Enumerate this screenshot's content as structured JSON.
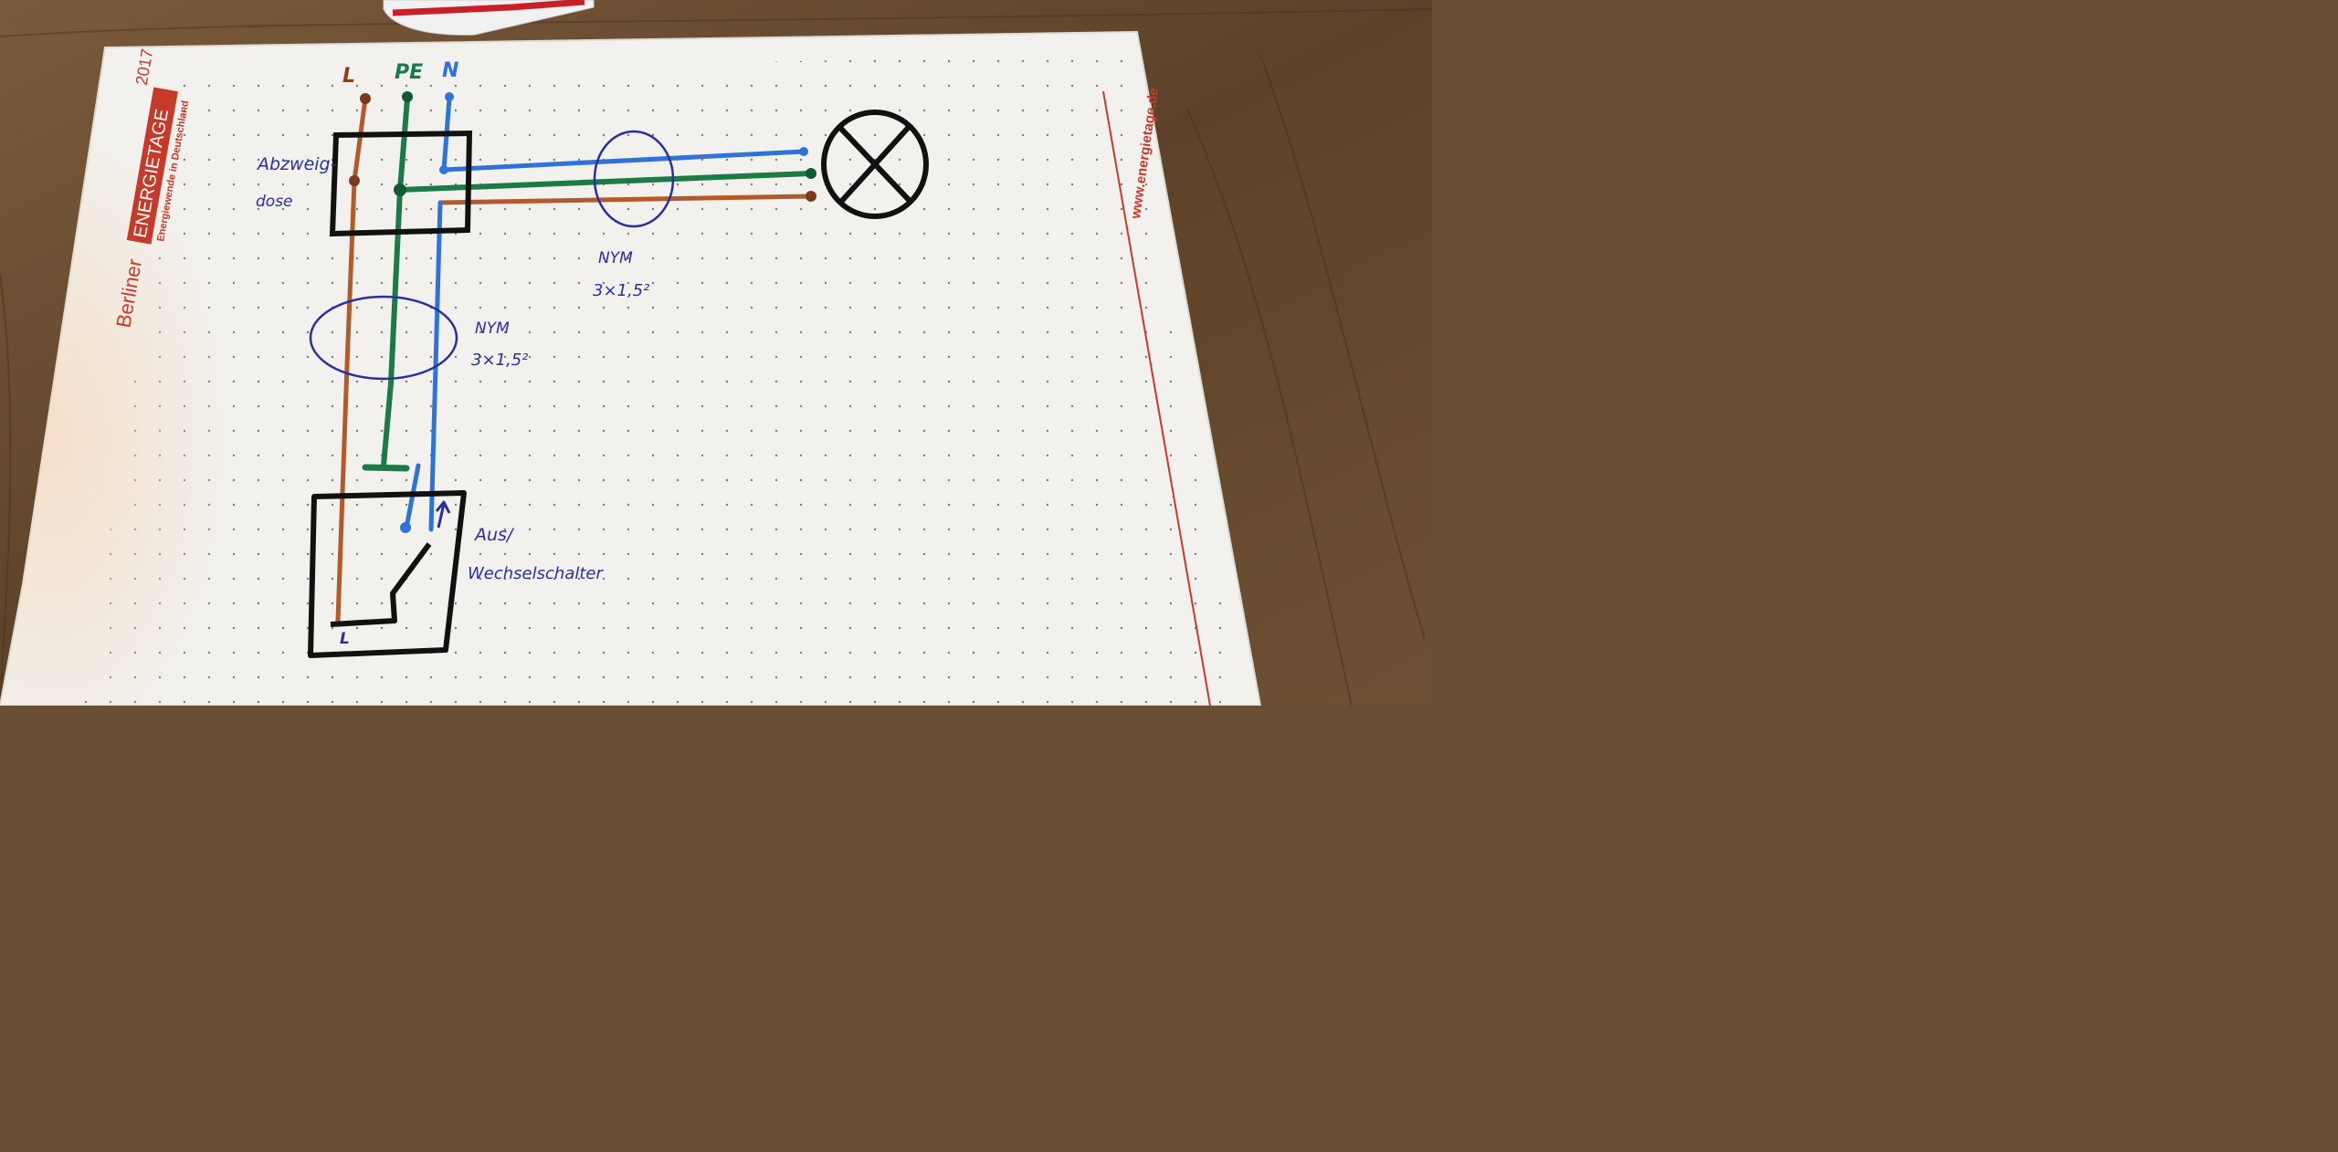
{
  "sheet": {
    "logo": {
      "word1": "Berliner",
      "word2": "ENERGIETAGE",
      "year": "2017",
      "tagline": "Energiewende in Deutschland"
    },
    "website": "www.energietage.de"
  },
  "diagram": {
    "terminals": {
      "l": "L",
      "pe": "PE",
      "n": "N"
    },
    "junction_box_label_1": "Abzweig-",
    "junction_box_label_2": "dose",
    "cable_vertical": {
      "type": "NYM",
      "size": "3×1,5²"
    },
    "cable_horizontal": {
      "type": "NYM",
      "size": "3×1,5²"
    },
    "switch_label_1": "Aus/",
    "switch_label_2": "Wechselschalter",
    "switch_terminal": "L",
    "colors": {
      "phase": "#b25a2a",
      "earth": "#1b7a45",
      "neutral": "#2f73d9",
      "ink": "#2a2f9c",
      "outline": "#111111",
      "accent_red": "#c63a2a"
    }
  }
}
